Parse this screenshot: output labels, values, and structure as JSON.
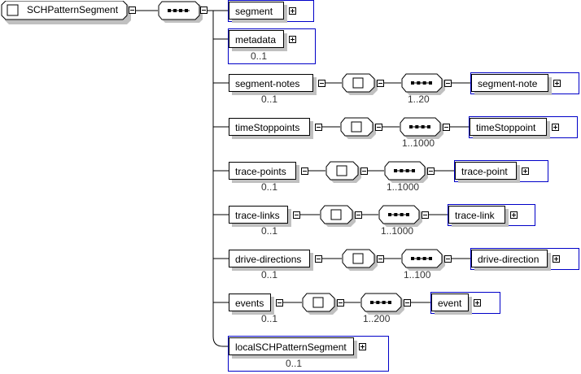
{
  "root": {
    "label": "SCHPatternSegment"
  },
  "children": [
    {
      "label": "segment",
      "cardinality": "",
      "expandable": true,
      "has_child_sequence": false
    },
    {
      "label": "metadata",
      "cardinality": "0..1",
      "expandable": true,
      "has_child_sequence": false
    },
    {
      "label": "segment-notes",
      "cardinality": "0..1",
      "seq_cardinality": "1..20",
      "child": "segment-note"
    },
    {
      "label": "timeStoppoints",
      "cardinality": "",
      "seq_cardinality": "1..1000",
      "child": "timeStoppoint"
    },
    {
      "label": "trace-points",
      "cardinality": "0..1",
      "seq_cardinality": "1..1000",
      "child": "trace-point"
    },
    {
      "label": "trace-links",
      "cardinality": "0..1",
      "seq_cardinality": "1..1000",
      "child": "trace-link"
    },
    {
      "label": "drive-directions",
      "cardinality": "0..1",
      "seq_cardinality": "1..100",
      "child": "drive-direction"
    },
    {
      "label": "events",
      "cardinality": "0..1",
      "seq_cardinality": "1..200",
      "child": "event"
    },
    {
      "label": "localSCHPatternSegment",
      "cardinality": "0..1",
      "expandable": true,
      "has_child_sequence": false
    }
  ],
  "colors": {
    "frame": "#0000c8",
    "shadow": "#c0c0c0",
    "line": "#000000"
  }
}
